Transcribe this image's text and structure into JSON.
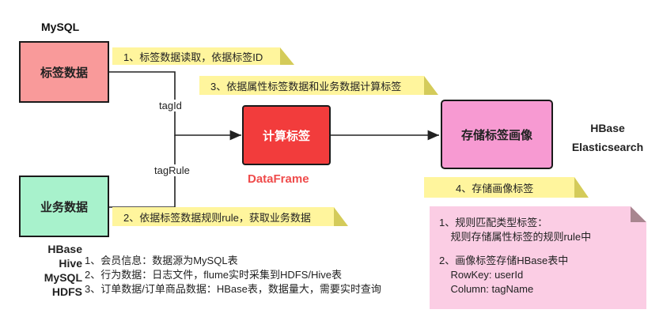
{
  "sources": {
    "mysql_title": "MySQL",
    "tag_data": "标签数据",
    "business_data": "业务数据",
    "business_stores": [
      "HBase",
      "Hive",
      "MySQL",
      "HDFS"
    ]
  },
  "compute": {
    "label": "计算标签",
    "dataframe": "DataFrame"
  },
  "storage": {
    "label": "存储标签画像",
    "stores": [
      "HBase",
      "Elasticsearch"
    ]
  },
  "edges": {
    "tag_id": "tagId",
    "tag_rule": "tagRule"
  },
  "notes": {
    "step1": "1、标签数据读取，依据标签ID",
    "step2": "2、依据标签数据规则rule，获取业务数据",
    "step3": "3、依据属性标签数据和业务数据计算标签",
    "step4": "4、存储画像标签"
  },
  "data_sources_list": [
    "1、会员信息：数据源为MySQL表",
    "2、行为数据：日志文件，flume实时采集到HDFS/Hive表",
    "3、订单数据/订单商品数据：HBase表，数据量大，需要实时查询"
  ],
  "rule_note": {
    "lines": [
      "1、规则匹配类型标签：",
      "    规则存储属性标签的规则rule中",
      "",
      "2、画像标签存储HBase表中",
      "    RowKey: userId",
      "    Column: tagName"
    ]
  },
  "colors": {
    "tag_box": "#f99a9a",
    "business_box": "#a8f2cc",
    "compute_box": "#f23c3c",
    "storage_box": "#f79ad2",
    "note_yellow": "#fff59d",
    "note_pink": "#fbcde4",
    "dataframe_text": "#ef4b4b"
  }
}
